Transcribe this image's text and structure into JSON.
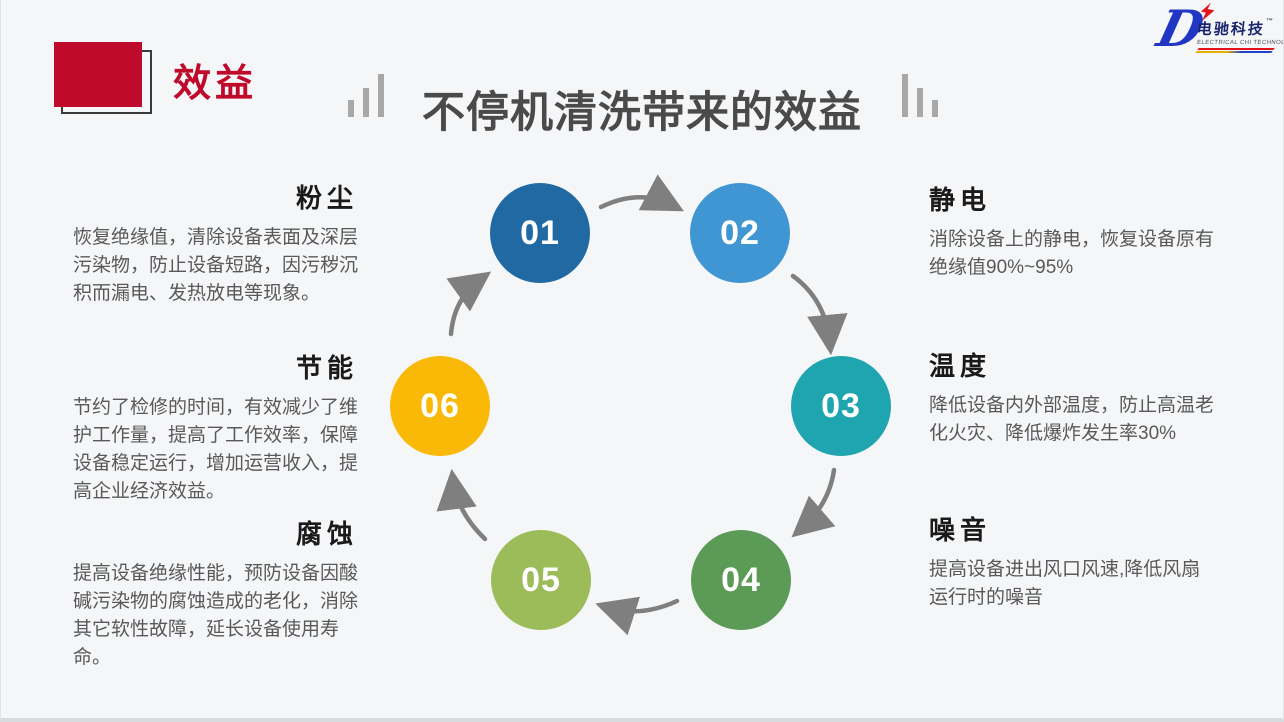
{
  "page": {
    "background": "#f5f6f8"
  },
  "header": {
    "badge": {
      "label": "效益",
      "color": "#c00a2b"
    },
    "title": "不停机清洗带来的效益",
    "decor": {
      "left_icon": "signal-bars-ascending-icon",
      "right_icon": "signal-bars-descending-icon"
    }
  },
  "logo": {
    "name": "电驰科技",
    "tm": "™",
    "subtitle": "ELECTRICAL CHI TECHNOLOGY",
    "icons": {
      "bolt": "lightning-icon",
      "swoosh": "logo-d-swoosh-icon"
    },
    "colors": {
      "blue": "#2236c4",
      "red": "#e3121b"
    }
  },
  "diagram": {
    "type": "cycle",
    "arrow_color": "#7f7f7f",
    "steps": [
      {
        "number": "01",
        "color": "#2069a3"
      },
      {
        "number": "02",
        "color": "#3f96d2"
      },
      {
        "number": "03",
        "color": "#1fa5af"
      },
      {
        "number": "04",
        "color": "#5b9b56"
      },
      {
        "number": "05",
        "color": "#9cbb59"
      },
      {
        "number": "06",
        "color": "#fbb907"
      }
    ]
  },
  "benefits": {
    "left": [
      {
        "title": "粉尘",
        "body": "恢复绝缘值，清除设备表面及深层污染物，防止设备短路，因污秽沉积而漏电、发热放电等现象。"
      },
      {
        "title": "节能",
        "body": "节约了检修的时间，有效减少了维护工作量，提高了工作效率，保障设备稳定运行，增加运营收入，提高企业经济效益。"
      },
      {
        "title": "腐蚀",
        "body": "提高设备绝缘性能，预防设备因酸碱污染物的腐蚀造成的老化，消除其它软性故障，延长设备使用寿命。"
      }
    ],
    "right": [
      {
        "title": "静电",
        "body": "消除设备上的静电，恢复设备原有绝缘值90%~95%"
      },
      {
        "title": "温度",
        "body": "降低设备内外部温度，防止高温老化火灾、降低爆炸发生率30%"
      },
      {
        "title": "噪音",
        "body": "提高设备进出风口风速,降低风扇运行时的噪音"
      }
    ]
  }
}
